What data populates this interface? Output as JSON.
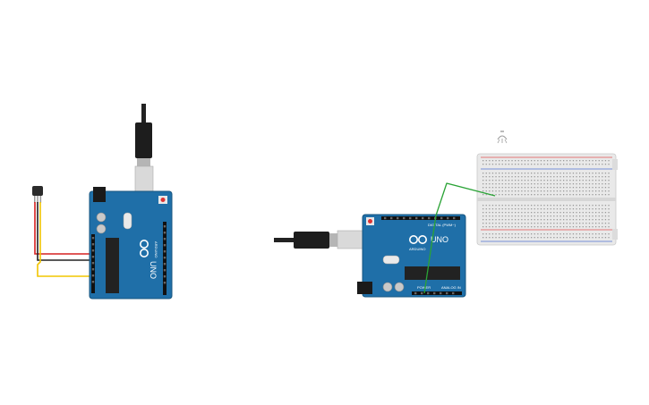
{
  "canvas": {
    "background": "#ffffff"
  },
  "colors": {
    "board": "#1f6fa8",
    "board_dark": "#17557f",
    "chip": "#222222",
    "wire_red": "#d62020",
    "wire_black": "#222222",
    "wire_yellow": "#f2c500",
    "wire_green": "#2aa336",
    "breadboard": "#e9e9e9",
    "rail_red": "#e05050",
    "rail_blue": "#5070d0"
  },
  "circuit_left": {
    "board": {
      "brand_text": "UNO",
      "logo": "arduino-infinity-logo",
      "sub_text": "ARDUINO"
    },
    "sensor": {
      "icon": "temperature-sensor-icon"
    },
    "cable": {
      "icon": "usb-cable-icon"
    }
  },
  "circuit_right": {
    "board": {
      "brand_text": "UNO",
      "logo": "arduino-infinity-logo",
      "sub_text": "ARDUINO",
      "power_label": "POWER",
      "analog_label": "ANALOG IN",
      "digital_label": "DIGITAL (PWM~)"
    },
    "cable": {
      "icon": "usb-cable-icon"
    },
    "breadboard": {
      "icon": "breadboard-icon"
    },
    "component": {
      "icon": "tilt-sensor-icon"
    }
  }
}
